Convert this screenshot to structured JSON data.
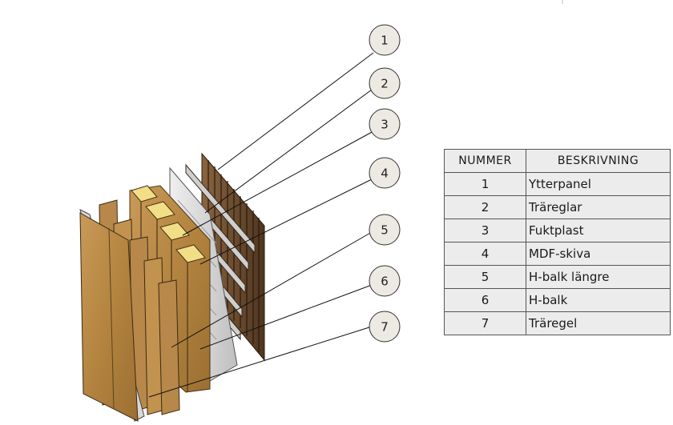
{
  "balloons": [
    {
      "number": "1"
    },
    {
      "number": "2"
    },
    {
      "number": "3"
    },
    {
      "number": "4"
    },
    {
      "number": "5"
    },
    {
      "number": "6"
    },
    {
      "number": "7"
    }
  ],
  "bom": {
    "headers": {
      "number": "NUMMER",
      "description": "BESKRIVNING"
    },
    "rows": [
      {
        "number": "1",
        "description": "Ytterpanel"
      },
      {
        "number": "2",
        "description": "Träreglar"
      },
      {
        "number": "3",
        "description": "Fuktplast"
      },
      {
        "number": "4",
        "description": "MDF-skiva"
      },
      {
        "number": "5",
        "description": "H-balk längre"
      },
      {
        "number": "6",
        "description": "H-balk"
      },
      {
        "number": "7",
        "description": "Träregel"
      }
    ]
  },
  "colors": {
    "wood": "#b88a4c",
    "wood_dark": "#7d5a2c",
    "panel_dark": "#6e4f32",
    "insulation": "#f1de86",
    "plastic": "#d6d6d6",
    "steel": "#c9c9c9"
  }
}
